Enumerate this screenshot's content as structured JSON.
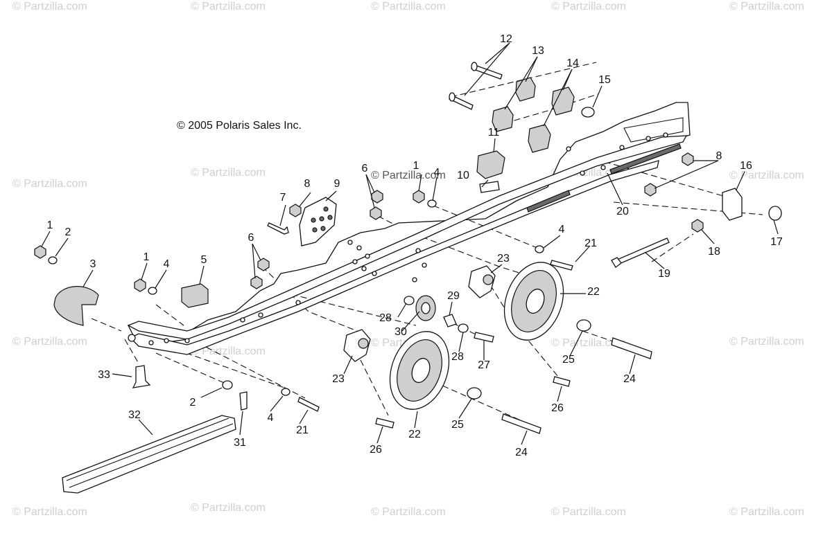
{
  "copyright": "© 2005 Polaris Sales Inc.",
  "watermark": "© Partzilla.com",
  "callouts": {
    "c1": "1",
    "c2": "2",
    "c3": "3",
    "c4": "4",
    "c5": "5",
    "c6": "6",
    "c7": "7",
    "c8": "8",
    "c9": "9",
    "c10": "10",
    "c11": "11",
    "c12": "12",
    "c13": "13",
    "c14": "14",
    "c15": "15",
    "c16": "16",
    "c17": "17",
    "c18": "18",
    "c19": "19",
    "c20": "20",
    "c21": "21",
    "c22": "22",
    "c23": "23",
    "c24": "24",
    "c25": "25",
    "c26": "26",
    "c27": "27",
    "c28": "28",
    "c29": "29",
    "c30": "30",
    "c31": "31",
    "c32": "32",
    "c33": "33"
  }
}
